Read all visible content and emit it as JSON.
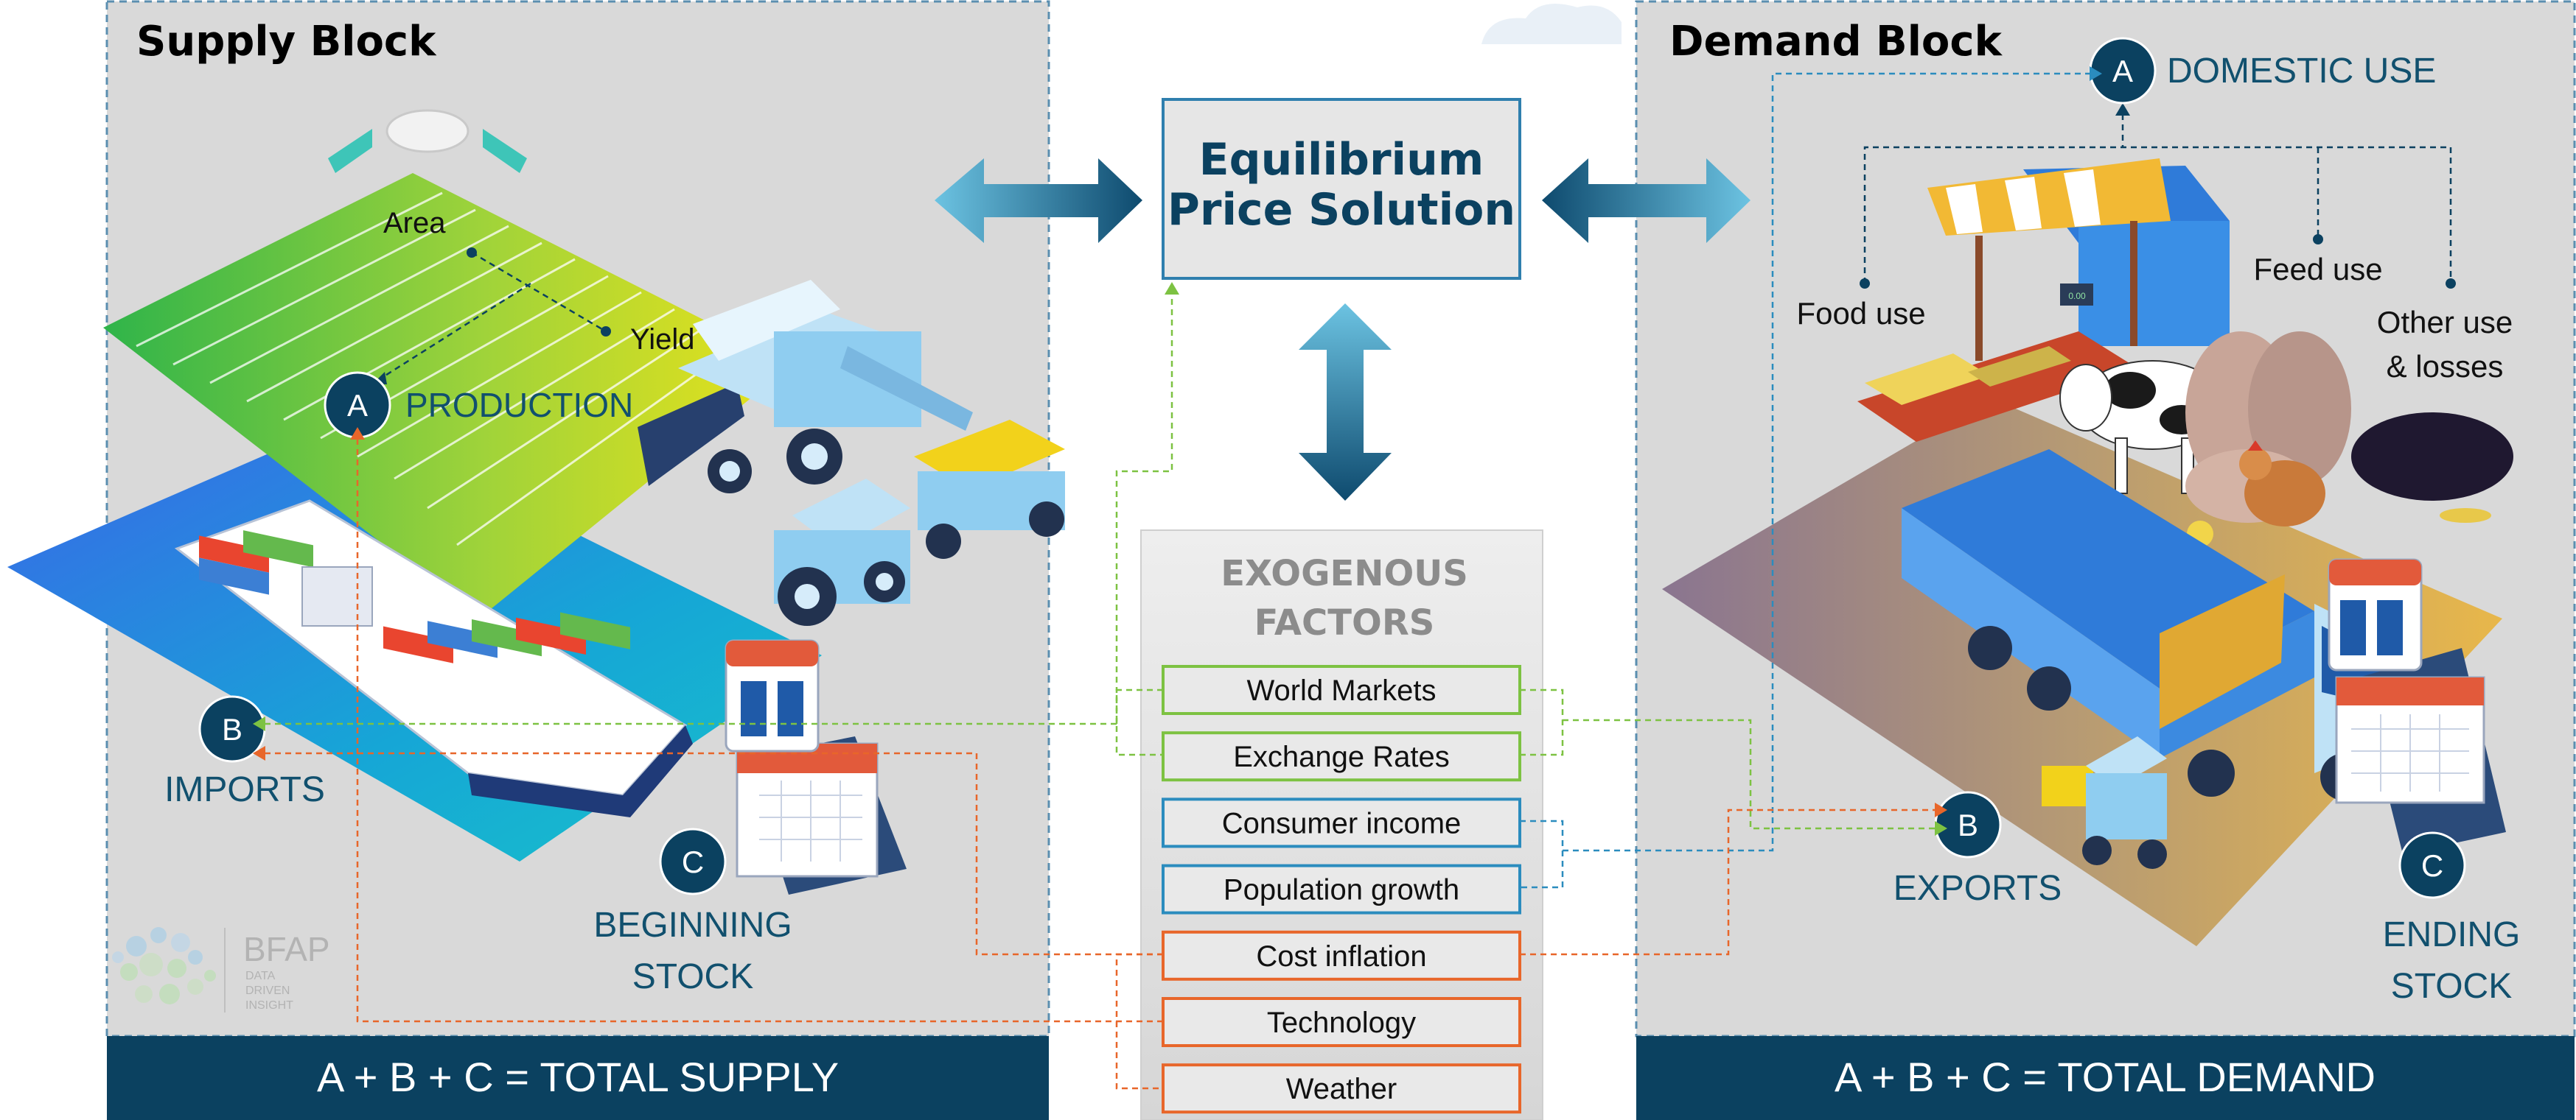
{
  "supply": {
    "title": "Supply Block",
    "area_label": "Area",
    "yield_label": "Yield",
    "production": {
      "letter": "A",
      "label": "PRODUCTION"
    },
    "imports": {
      "letter": "B",
      "label": "IMPORTS"
    },
    "beginning_stock": {
      "letter": "C",
      "line1": "BEGINNING",
      "line2": "STOCK"
    },
    "logo": {
      "name": "BFAP",
      "tag1": "DATA",
      "tag2": "DRIVEN",
      "tag3": "INSIGHT"
    },
    "formula": "A + B + C = TOTAL SUPPLY"
  },
  "center": {
    "equilibrium_line1": "Equilibrium",
    "equilibrium_line2": "Price Solution",
    "exogenous_line1": "EXOGENOUS",
    "exogenous_line2": "FACTORS",
    "factors": [
      {
        "label": "World Markets",
        "color": "#7dc242"
      },
      {
        "label": "Exchange Rates",
        "color": "#7dc242"
      },
      {
        "label": "Consumer income",
        "color": "#2b8cbe"
      },
      {
        "label": "Population growth",
        "color": "#2b8cbe"
      },
      {
        "label": "Cost inflation",
        "color": "#e8662a"
      },
      {
        "label": "Technology",
        "color": "#e8662a"
      },
      {
        "label": "Weather",
        "color": "#e8662a"
      }
    ]
  },
  "demand": {
    "title": "Demand Block",
    "domestic": {
      "letter": "A",
      "label": "DOMESTIC USE"
    },
    "food_use": "Food use",
    "feed_use": "Feed use",
    "other_use_line1": "Other use",
    "other_use_line2": "& losses",
    "scale_display": "0.00",
    "exports": {
      "letter": "B",
      "label": "EXPORTS"
    },
    "ending_stock": {
      "letter": "C",
      "line1": "ENDING",
      "line2": "STOCK"
    },
    "formula": "A + B + C = TOTAL DEMAND"
  },
  "colors": {
    "navy": "#0b4160",
    "panel": "#d9d9d9",
    "teal_text": "#11506e",
    "green": "#7dc242",
    "blue": "#2b8cbe",
    "orange": "#e8662a"
  }
}
